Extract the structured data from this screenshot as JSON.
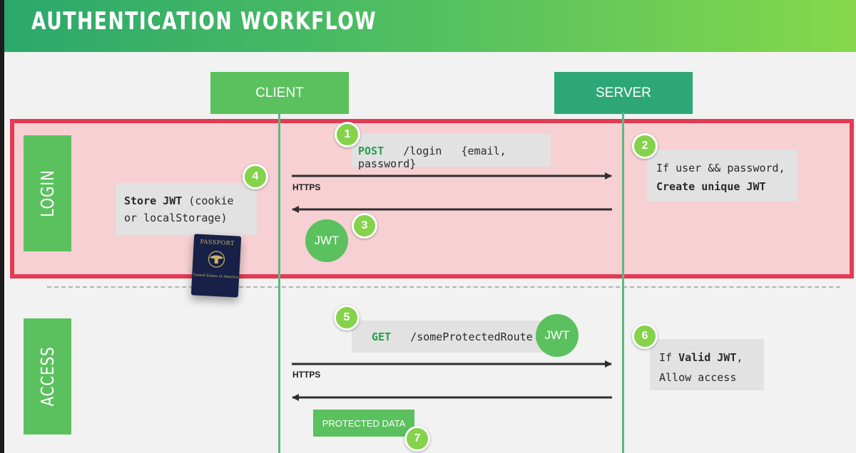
{
  "header": {
    "title": "AUTHENTICATION WORKFLOW"
  },
  "actors": {
    "client": "CLIENT",
    "server": "SERVER"
  },
  "phases": {
    "login": "LOGIN",
    "access": "ACCESS"
  },
  "steps": {
    "s1": "1",
    "s2": "2",
    "s3": "3",
    "s4": "4",
    "s5": "5",
    "s6": "6",
    "s7": "7"
  },
  "login": {
    "request_method": "POST",
    "request_path": "/login",
    "request_body": "{email, password}",
    "protocol": "HTTPS",
    "server_line1": "If user && password,",
    "server_line2": "Create unique JWT",
    "token": "JWT",
    "store_bold": "Store JWT",
    "store_rest1": " (cookie",
    "store_rest2": "or localStorage)"
  },
  "access": {
    "request_method": "GET",
    "request_path": "/someProtectedRoute",
    "token": "JWT",
    "protocol": "HTTPS",
    "server_prefix": "If ",
    "server_bold": "Valid JWT",
    "server_suffix": ",",
    "server_line2": "Allow access",
    "response": "PROTECTED DATA"
  },
  "passport": {
    "title": "PASSPORT",
    "country": "United States of America"
  },
  "colors": {
    "green": "#5bc15e",
    "server_green": "#2ea778",
    "login_border": "#e33b54",
    "login_fill": "#f6d0d2",
    "step_badge": "#85d24b"
  }
}
